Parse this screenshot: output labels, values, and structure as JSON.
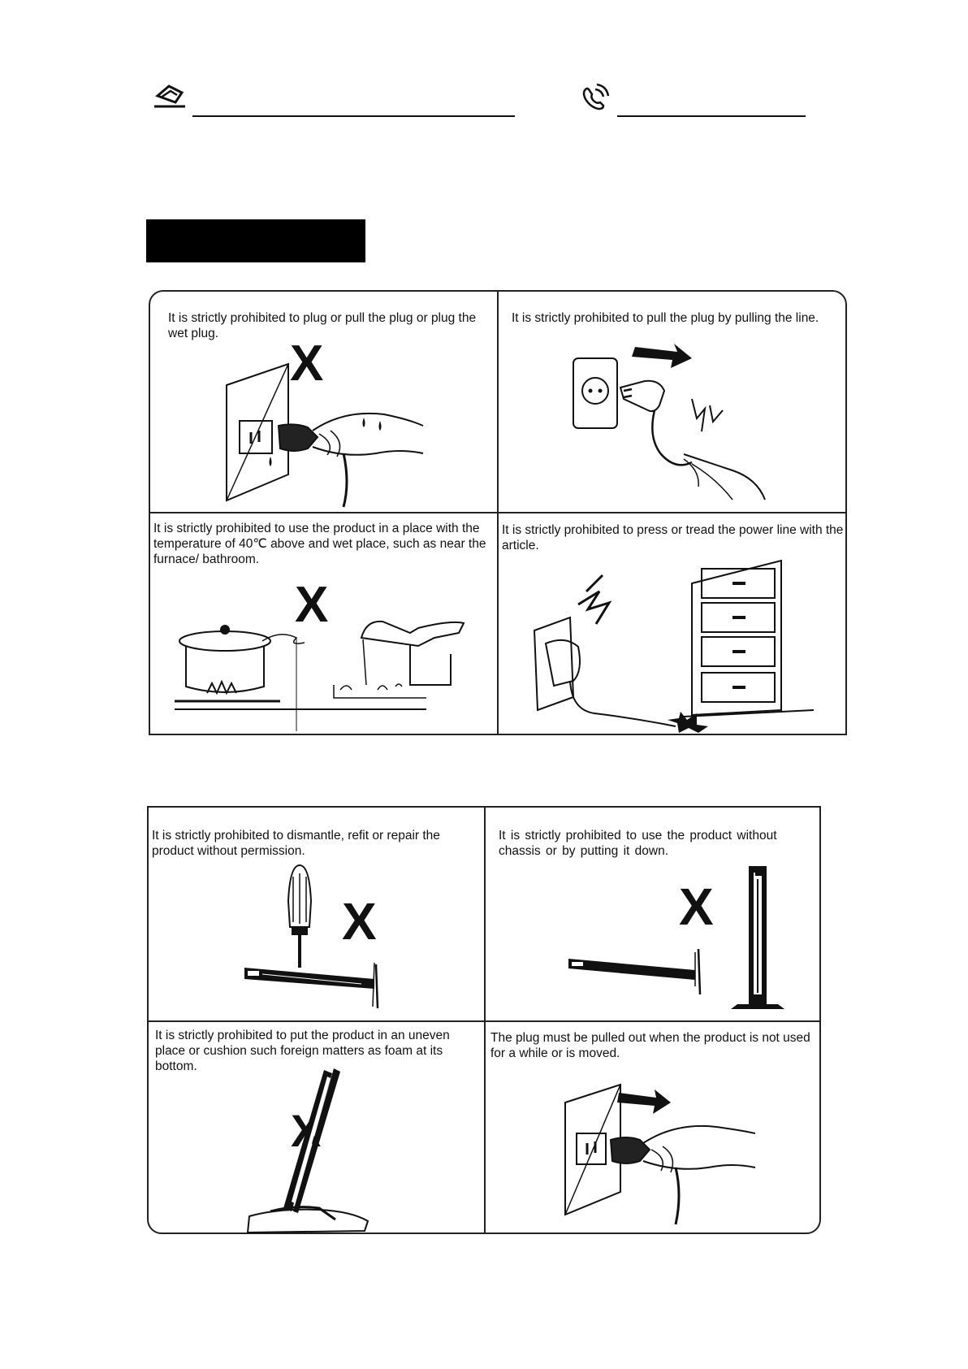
{
  "header": {
    "address_icon": "home-address-icon",
    "phone_icon": "phone-call-icon"
  },
  "section_1": {
    "cells": [
      {
        "text": "It is strictly prohibited to plug or pull the plug or plug the wet plug.",
        "mark": "X"
      },
      {
        "text": "It is strictly prohibited to pull the plug by pulling the line."
      },
      {
        "text": "It is strictly prohibited to use the product in a place with the temperature of 40℃ above and wet place, such as near the furnace/ bathroom.",
        "mark": "X"
      },
      {
        "text": "It is strictly prohibited to press or tread the power line with the article."
      }
    ]
  },
  "section_2": {
    "cells": [
      {
        "text": "It is strictly prohibited to dismantle, refit or repair the product without permission.",
        "mark": "X"
      },
      {
        "text": "It is strictly prohibited to use the product without chassis or by putting it down.",
        "mark": "X"
      },
      {
        "text": "It is strictly prohibited to put the product in an uneven place or cushion such foreign matters as foam at its bottom.",
        "mark": "X"
      },
      {
        "text": "The plug must be pulled out when the product is not used for a while or is moved."
      }
    ]
  },
  "colors": {
    "ink": "#111111",
    "paper": "#ffffff"
  }
}
